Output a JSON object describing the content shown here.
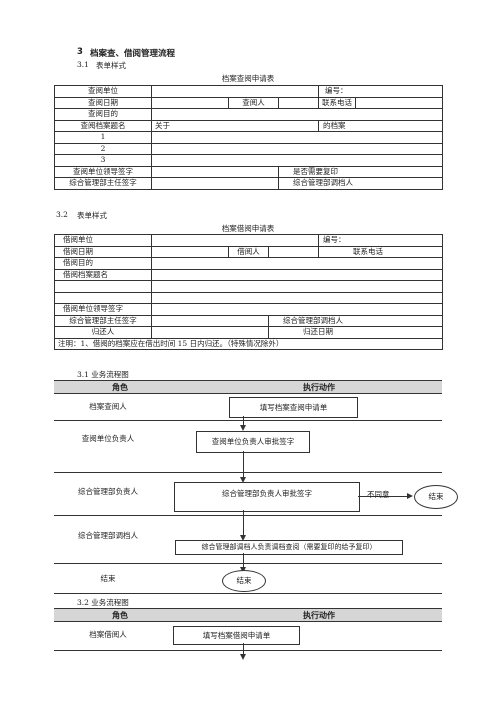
{
  "section3": {
    "num": "3",
    "title": "档案查、借阅管理流程"
  },
  "sub31": {
    "num": "3.1",
    "title": "表单样式"
  },
  "form1": {
    "title": "档案查阅申请表",
    "unit": "查阅单位",
    "serial": "编号：",
    "date": "查阅日期",
    "person": "查阅人",
    "phone": "联系电话",
    "purpose": "查阅目的",
    "doc_name": "查阅档案题名",
    "about": "关于",
    "of_archive": "的档案",
    "rows": [
      "1",
      "2",
      "3"
    ],
    "leader": "查阅单位领导签字",
    "copy": "是否需要复印",
    "director": "综合管理部主任签字",
    "archivist": "综合管理部调档人"
  },
  "sub32": {
    "num": "3.2",
    "title": "表单样式"
  },
  "form2": {
    "title": "档案借阅申请表",
    "unit": "借阅单位",
    "serial": "编号：",
    "date": "借阅日期",
    "person": "借阅人",
    "phone": "联系电话",
    "purpose": "借阅目的",
    "doc_name": "借阅档案题名",
    "leader": "借阅单位领导签字",
    "director": "综合管理部主任签字",
    "archivist": "综合管理部调档人",
    "returner": "归还人",
    "return_date": "归还日期",
    "note": "注明：1、借阅的档案应在借出时间 15 日内归还。（特殊情况除外）"
  },
  "flow1": {
    "title": "3.1 业务流程图",
    "col_role": "角色",
    "col_action": "执行动作",
    "r1": "档案查阅人",
    "a1": "填写档案查阅申请单",
    "r2": "查阅单位负责人",
    "a2": "查阅单位负责人审批签字",
    "r3": "综合管理部负责人",
    "a3": "综合管理部负责人审批签字",
    "disagree": "不同意",
    "end_label": "结束",
    "r4": "综合管理部调档人",
    "a4": "综合管理部调档人负责调档查阅（需要复印的给予复印）",
    "r5": "结束",
    "end2": "结束"
  },
  "flow2": {
    "title": "3.2 业务流程图",
    "col_role": "角色",
    "col_action": "执行动作",
    "r1": "档案借阅人",
    "a1": "填写档案借阅申请单"
  }
}
